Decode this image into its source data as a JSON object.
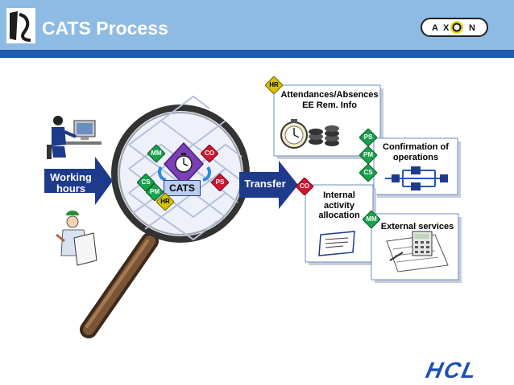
{
  "header": {
    "title": "CATS Process",
    "brand_logo": "AXON",
    "brand_letters": [
      "A",
      "X",
      "O",
      "N"
    ]
  },
  "diagram": {
    "center": "CATS",
    "input_arrow": "Working hours",
    "output_arrow": "Transfer",
    "center_badges": [
      "MM",
      "CO",
      "CS",
      "PM",
      "HR",
      "PS"
    ],
    "targets": [
      {
        "label": "Attendances/Absences\nEE Rem. Info",
        "badges": [
          "HR"
        ]
      },
      {
        "label": "Confirmation of\noperations",
        "badges": [
          "PS",
          "PM",
          "CS"
        ]
      },
      {
        "label": "Internal\nactivity\nallocation",
        "badges": [
          "CO"
        ]
      },
      {
        "label": "External services",
        "badges": [
          "MM"
        ]
      }
    ]
  },
  "footer": {
    "logo": "HCL"
  },
  "colors": {
    "header": "#8dbbe3",
    "header_band": "#1e5bb0",
    "arrow": "#1e3a8a",
    "badge_green": "#17a34a",
    "badge_red": "#d1152f",
    "hcl_blue": "#1f4fb4"
  }
}
